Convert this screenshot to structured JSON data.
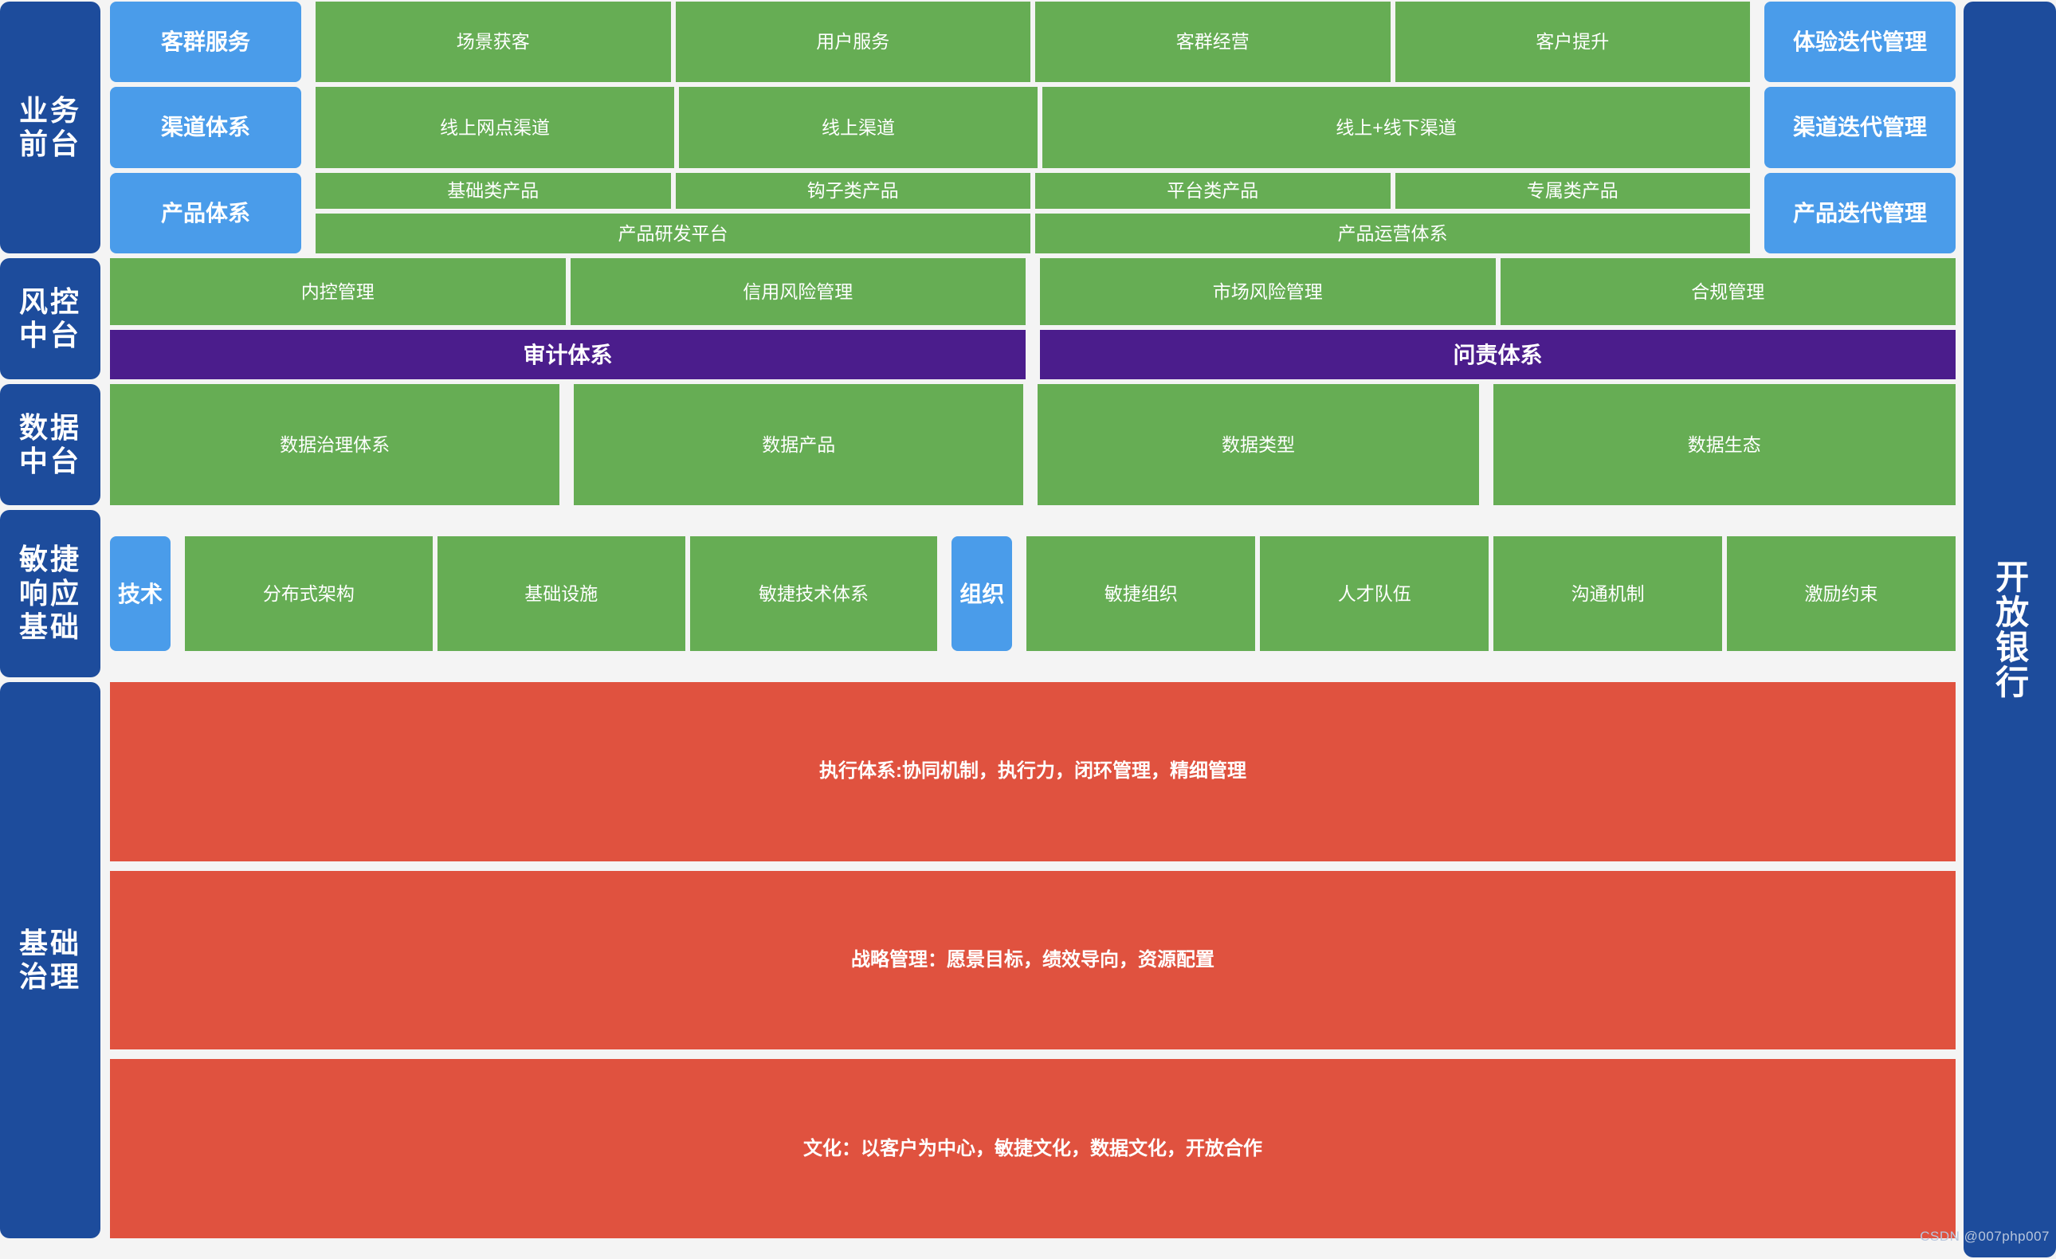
{
  "meta": {
    "watermark": "CSDN @007php007",
    "colors": {
      "rail_blue": "#1d4c9c",
      "box_blue": "#4a9cea",
      "green": "#66ad54",
      "purple": "#4b1d8c",
      "red": "#e0523f",
      "page_bg": "#f4f4f4"
    }
  },
  "right_rail": {
    "title": "开放银行"
  },
  "bands": [
    {
      "rail_label": "业务\n前台",
      "rail_line1": "业务",
      "rail_line2": "前台",
      "rows": [
        {
          "anchor": "客群服务",
          "items": [
            "场景获客",
            "用户服务",
            "客群经营",
            "客户提升"
          ],
          "iteration": "体验迭代管理"
        },
        {
          "anchor": "渠道体系",
          "items": [
            "线上网点渠道",
            "线上渠道",
            "线上+线下渠道"
          ],
          "iteration": "渠道迭代管理"
        },
        {
          "anchor": "产品体系",
          "items_top": [
            "基础类产品",
            "钩子类产品",
            "平台类产品",
            "专属类产品"
          ],
          "items_bottom": [
            "产品研发平台",
            "产品运营体系"
          ],
          "iteration": "产品迭代管理"
        }
      ]
    },
    {
      "rail_line1": "风控",
      "rail_line2": "中台",
      "green_items": [
        "内控管理",
        "信用风险管理",
        "市场风险管理",
        "合规管理"
      ],
      "purple_items": [
        "审计体系",
        "问责体系"
      ]
    },
    {
      "rail_line1": "数据",
      "rail_line2": "中台",
      "green_items": [
        "数据治理体系",
        "数据产品",
        "数据类型",
        "数据生态"
      ]
    },
    {
      "rail_line1": "敏捷",
      "rail_line2": "响应",
      "rail_line3": "基础",
      "tech_label": "技术",
      "tech_items": [
        "分布式架构",
        "基础设施",
        "敏捷技术体系"
      ],
      "org_label": "组织",
      "org_items": [
        "敏捷组织",
        "人才队伍",
        "沟通机制",
        "激励约束"
      ]
    },
    {
      "rail_line1": "基础",
      "rail_line2": "治理",
      "red_bars": [
        "执行体系:协同机制，执行力，闭环管理，精细管理",
        "战略管理：愿景目标，绩效导向，资源配置",
        "文化：以客户为中心，敏捷文化，数据文化，开放合作"
      ]
    }
  ]
}
